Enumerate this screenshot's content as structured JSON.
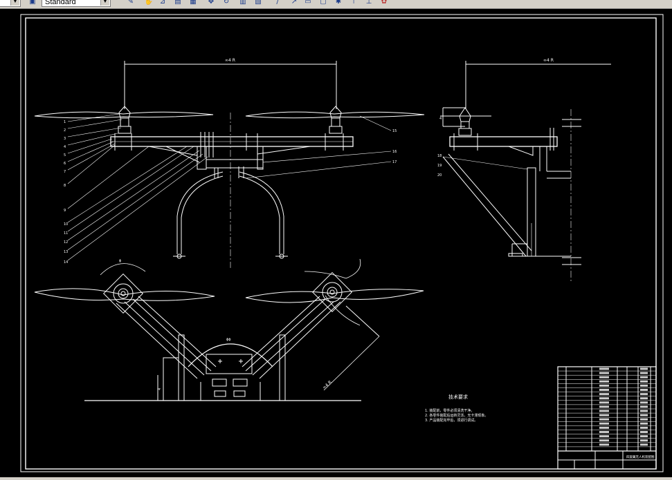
{
  "toolbar": {
    "left_combo_value": "",
    "style_combo_value": "Standard",
    "icons": [
      "draw-icon",
      "pan-icon",
      "measure-icon",
      "layer-icon",
      "grid-icon",
      "move-icon",
      "rotate-icon",
      "table-icon",
      "block-icon",
      "line-icon",
      "arrow-icon",
      "rectangle-icon",
      "window-icon",
      "star-icon",
      "align-icon",
      "pin-icon",
      "paint-icon"
    ]
  },
  "drawing": {
    "front_view_dim": "∞4 R",
    "side_view_dim": "∞4 R",
    "side_height_dim": "4",
    "plan_angle_dim": "ϕ",
    "plan_center_dim": "ϕϕ",
    "plan_arm_dim": "∞4 R",
    "plan_height_dim": "4",
    "front_callouts": [
      "1",
      "2",
      "3",
      "4",
      "5",
      "6",
      "7",
      "8",
      "9",
      "10",
      "11",
      "12",
      "13",
      "14"
    ],
    "right_callouts": [
      "15",
      "16",
      "17"
    ],
    "side_callouts": [
      "18",
      "19",
      "20"
    ],
    "tech_title": "技术要求",
    "tech_notes": [
      "1. 装配前，零件必须清洗干净。",
      "2. 各零件装配后运转灵活，无卡滞现象。",
      "3. 产品装配完毕后，须进行调试。"
    ],
    "title_block_name": "四旋翼无人机装配图"
  },
  "colors": {
    "canvas": "#000000",
    "lines": "#ffffff",
    "chrome": "#d4d0c8"
  }
}
